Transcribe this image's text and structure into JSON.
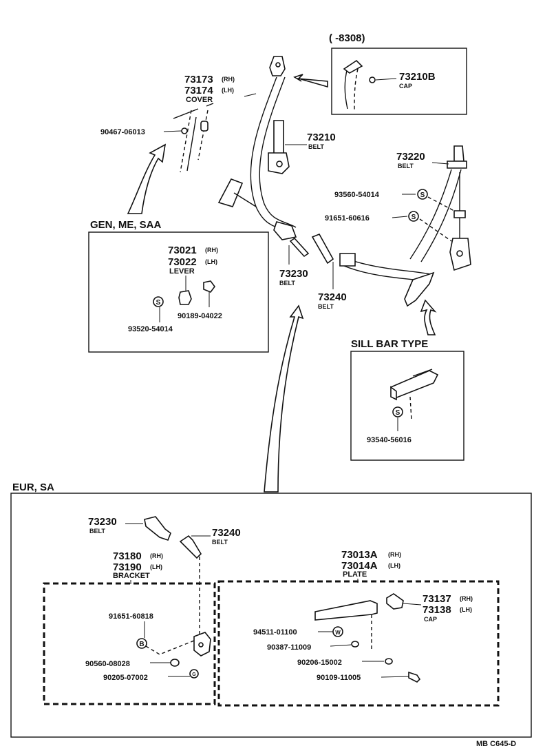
{
  "top_inset": {
    "label": "(       -8308)",
    "part": "73210B",
    "name": "CAP"
  },
  "cover": {
    "rh": "73173",
    "rh_tag": "(RH)",
    "lh": "73174",
    "lh_tag": "(LH)",
    "name": "COVER"
  },
  "p90467": "90467-06013",
  "belt73210": {
    "part": "73210",
    "name": "BELT"
  },
  "belt73220": {
    "part": "73220",
    "name": "BELT"
  },
  "p93560": "93560-54014",
  "p91651a": "91651-60616",
  "belt73230": {
    "part": "73230",
    "name": "BELT"
  },
  "belt73240": {
    "part": "73240",
    "name": "BELT"
  },
  "gen": {
    "title": "GEN, ME, SAA",
    "rh": "73021",
    "rh_tag": "(RH)",
    "lh": "73022",
    "lh_tag": "(LH)",
    "name": "LEVER",
    "p90189": "90189-04022",
    "p93520": "93520-54014"
  },
  "sill": {
    "title": "SILL BAR TYPE",
    "p93540": "93540-56016"
  },
  "eur": {
    "title": "EUR, SA",
    "b73230": {
      "part": "73230",
      "name": "BELT"
    },
    "b73240": {
      "part": "73240",
      "name": "BELT"
    },
    "bracket": {
      "rh": "73180",
      "rh_tag": "(RH)",
      "lh": "73190",
      "lh_tag": "(LH)",
      "name": "BRACKET"
    },
    "plate": {
      "rh": "73013A",
      "rh_tag": "(RH)",
      "lh": "73014A",
      "lh_tag": "(LH)",
      "name": "PLATE"
    },
    "cap": {
      "rh": "73137",
      "rh_tag": "(RH)",
      "lh": "73138",
      "lh_tag": "(LH)",
      "name": "CAP"
    },
    "p91651": "91651-60818",
    "p90560": "90560-08028",
    "p90205": "90205-07002",
    "p94511": "94511-01100",
    "p90387": "90387-11009",
    "p90206": "90206-15002",
    "p90109": "90109-11005"
  },
  "symbols": {
    "s": "S",
    "b": "B",
    "w": "W",
    "g": "G"
  },
  "footer": "MB  C645-D"
}
